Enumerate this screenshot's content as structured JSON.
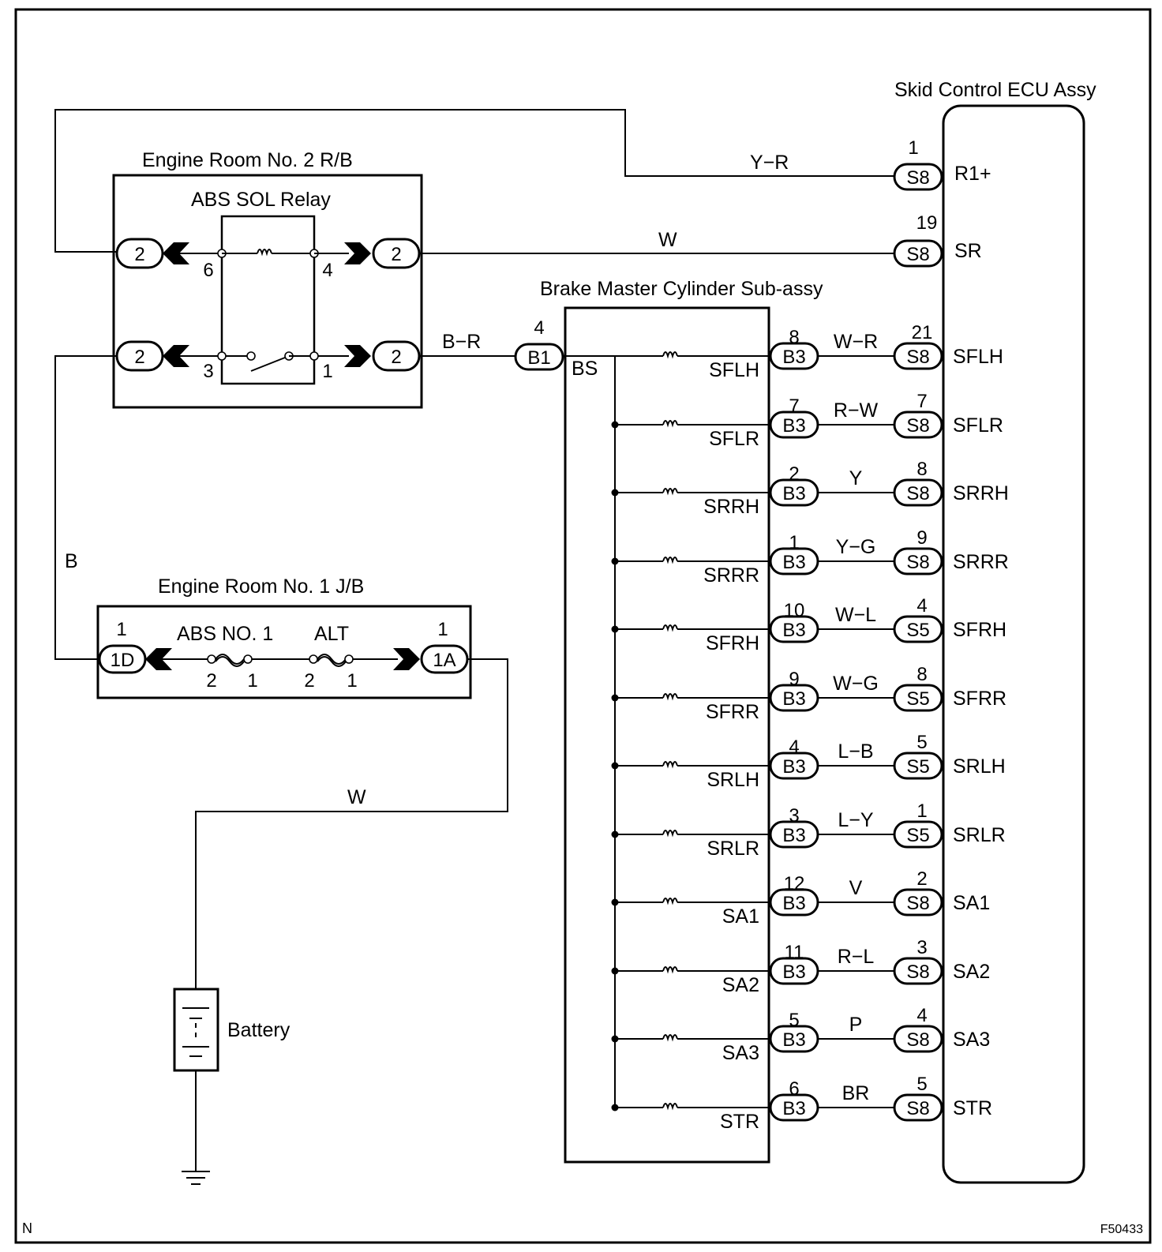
{
  "components": {
    "ecu": "Skid Control ECU Assy",
    "relay_box": "Engine Room No. 2 R/B",
    "relay": "ABS SOL Relay",
    "master_cyl": "Brake Master Cylinder Sub-assy",
    "jb": "Engine Room No. 1 J/B",
    "battery": "Battery"
  },
  "fuses": [
    "ABS NO. 1",
    "ALT"
  ],
  "ecu_top": [
    {
      "pin": "1",
      "conn": "S8",
      "term": "R1+",
      "wire": "Y−R"
    },
    {
      "pin": "19",
      "conn": "S8",
      "term": "SR",
      "wire": "W"
    }
  ],
  "relay_conns": {
    "left_top": "2",
    "left_bottom": "2",
    "right_top": "2",
    "right_bottom": "2"
  },
  "relay_pins": {
    "p6": "6",
    "p4": "4",
    "p3": "3",
    "p1": "1"
  },
  "bs": {
    "pin": "4",
    "conn": "B1",
    "term": "BS",
    "wire": "B−R"
  },
  "jb_conns": {
    "left_pin": "1",
    "left": "1D",
    "right_pin": "1",
    "right": "1A"
  },
  "fuse_pins": {
    "abs_a": "2",
    "abs_b": "1",
    "alt_a": "2",
    "alt_b": "1"
  },
  "wire_b": "B",
  "wire_w": "W",
  "rows": [
    {
      "sol": "SFLH",
      "b3pin": "8",
      "b3": "B3",
      "wire": "W−R",
      "spin": "21",
      "sconn": "S8",
      "ecu": "SFLH"
    },
    {
      "sol": "SFLR",
      "b3pin": "7",
      "b3": "B3",
      "wire": "R−W",
      "spin": "7",
      "sconn": "S8",
      "ecu": "SFLR"
    },
    {
      "sol": "SRRH",
      "b3pin": "2",
      "b3": "B3",
      "wire": "Y",
      "spin": "8",
      "sconn": "S8",
      "ecu": "SRRH"
    },
    {
      "sol": "SRRR",
      "b3pin": "1",
      "b3": "B3",
      "wire": "Y−G",
      "spin": "9",
      "sconn": "S8",
      "ecu": "SRRR"
    },
    {
      "sol": "SFRH",
      "b3pin": "10",
      "b3": "B3",
      "wire": "W−L",
      "spin": "4",
      "sconn": "S5",
      "ecu": "SFRH"
    },
    {
      "sol": "SFRR",
      "b3pin": "9",
      "b3": "B3",
      "wire": "W−G",
      "spin": "8",
      "sconn": "S5",
      "ecu": "SFRR"
    },
    {
      "sol": "SRLH",
      "b3pin": "4",
      "b3": "B3",
      "wire": "L−B",
      "spin": "5",
      "sconn": "S5",
      "ecu": "SRLH"
    },
    {
      "sol": "SRLR",
      "b3pin": "3",
      "b3": "B3",
      "wire": "L−Y",
      "spin": "1",
      "sconn": "S5",
      "ecu": "SRLR"
    },
    {
      "sol": "SA1",
      "b3pin": "12",
      "b3": "B3",
      "wire": "V",
      "spin": "2",
      "sconn": "S8",
      "ecu": "SA1"
    },
    {
      "sol": "SA2",
      "b3pin": "11",
      "b3": "B3",
      "wire": "R−L",
      "spin": "3",
      "sconn": "S8",
      "ecu": "SA2"
    },
    {
      "sol": "SA3",
      "b3pin": "5",
      "b3": "B3",
      "wire": "P",
      "spin": "4",
      "sconn": "S8",
      "ecu": "SA3"
    },
    {
      "sol": "STR",
      "b3pin": "6",
      "b3": "B3",
      "wire": "BR",
      "spin": "5",
      "sconn": "S8",
      "ecu": "STR"
    }
  ],
  "corner_left": "N",
  "figure_code": "F50433"
}
